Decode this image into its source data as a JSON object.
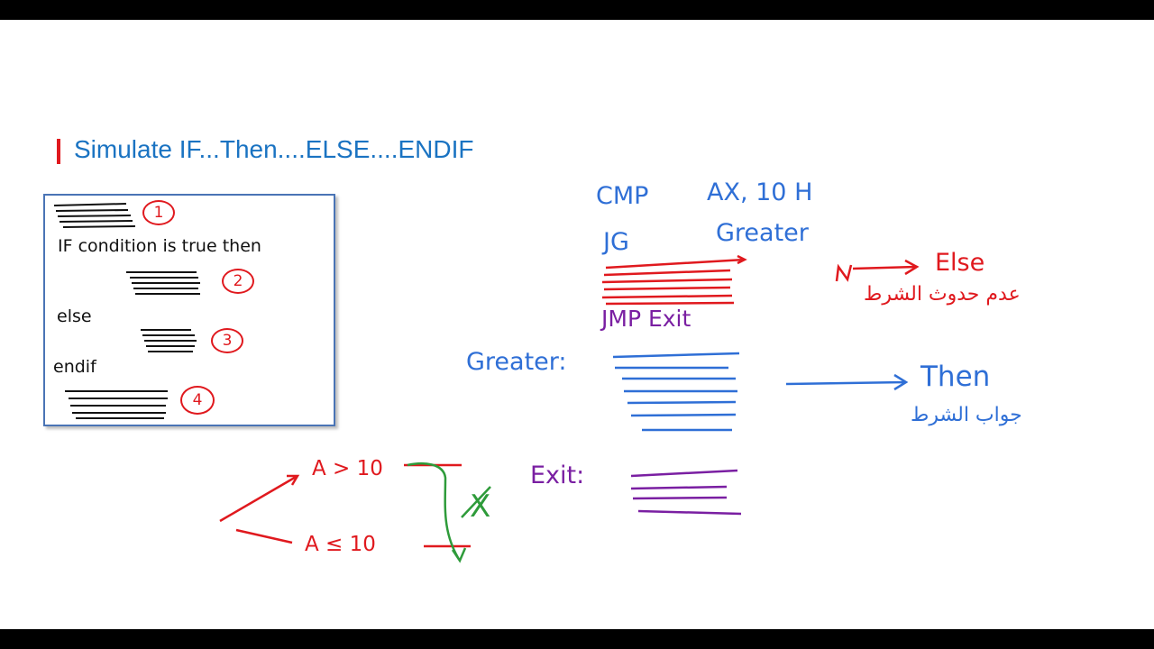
{
  "slide": {
    "title": "Simulate IF...Then....ELSE....ENDIF"
  },
  "pseudocode_box": {
    "line_if": "IF   condition is true  then",
    "line_else": "else",
    "line_endif": "endif",
    "markers": [
      "1",
      "2",
      "3",
      "4"
    ]
  },
  "asm": {
    "cmp_mnemonic": "CMP",
    "cmp_operands": "AX, 10 H",
    "jg_mnemonic": "JG",
    "jg_target": "Greater",
    "jmp_instruction": "JMP  Exit",
    "greater_label": "Greater:",
    "exit_label": "Exit:"
  },
  "annotations": {
    "else_label": "Else",
    "else_arabic": "عدم حدوث الشرط",
    "then_label": "Then",
    "then_arabic": "جواب الشرط",
    "cond_gt": "A > 10",
    "cond_le": "A ≤ 10",
    "cross_mark": "X"
  },
  "colors": {
    "title": "#1a73c2",
    "accent_red": "#e0191e",
    "blue_ink": "#2f6fd6",
    "purple_ink": "#7a1fa2",
    "green_ink": "#2e9b3a",
    "box_border": "#4a74b5"
  }
}
